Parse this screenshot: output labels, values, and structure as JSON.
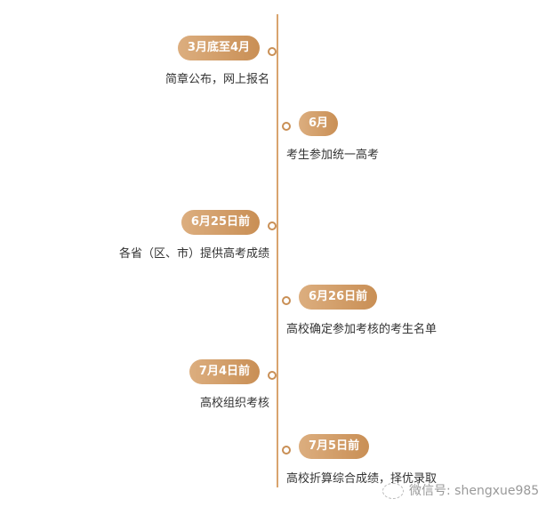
{
  "timeline": [
    {
      "date": "3月底至4月",
      "desc": "简章公布，网上报名",
      "side": "left"
    },
    {
      "date": "6月",
      "desc": "考生参加统一高考",
      "side": "right"
    },
    {
      "date": "6月25日前",
      "desc": "各省（区、市）提供高考成绩",
      "side": "left"
    },
    {
      "date": "6月26日前",
      "desc": "高校确定参加考核的考生名单",
      "side": "right"
    },
    {
      "date": "7月4日前",
      "desc": "高校组织考核",
      "side": "left"
    },
    {
      "date": "7月5日前",
      "desc": "高校折算综合成绩，择优录取",
      "side": "right"
    }
  ],
  "watermark": "微信号: shengxue985"
}
